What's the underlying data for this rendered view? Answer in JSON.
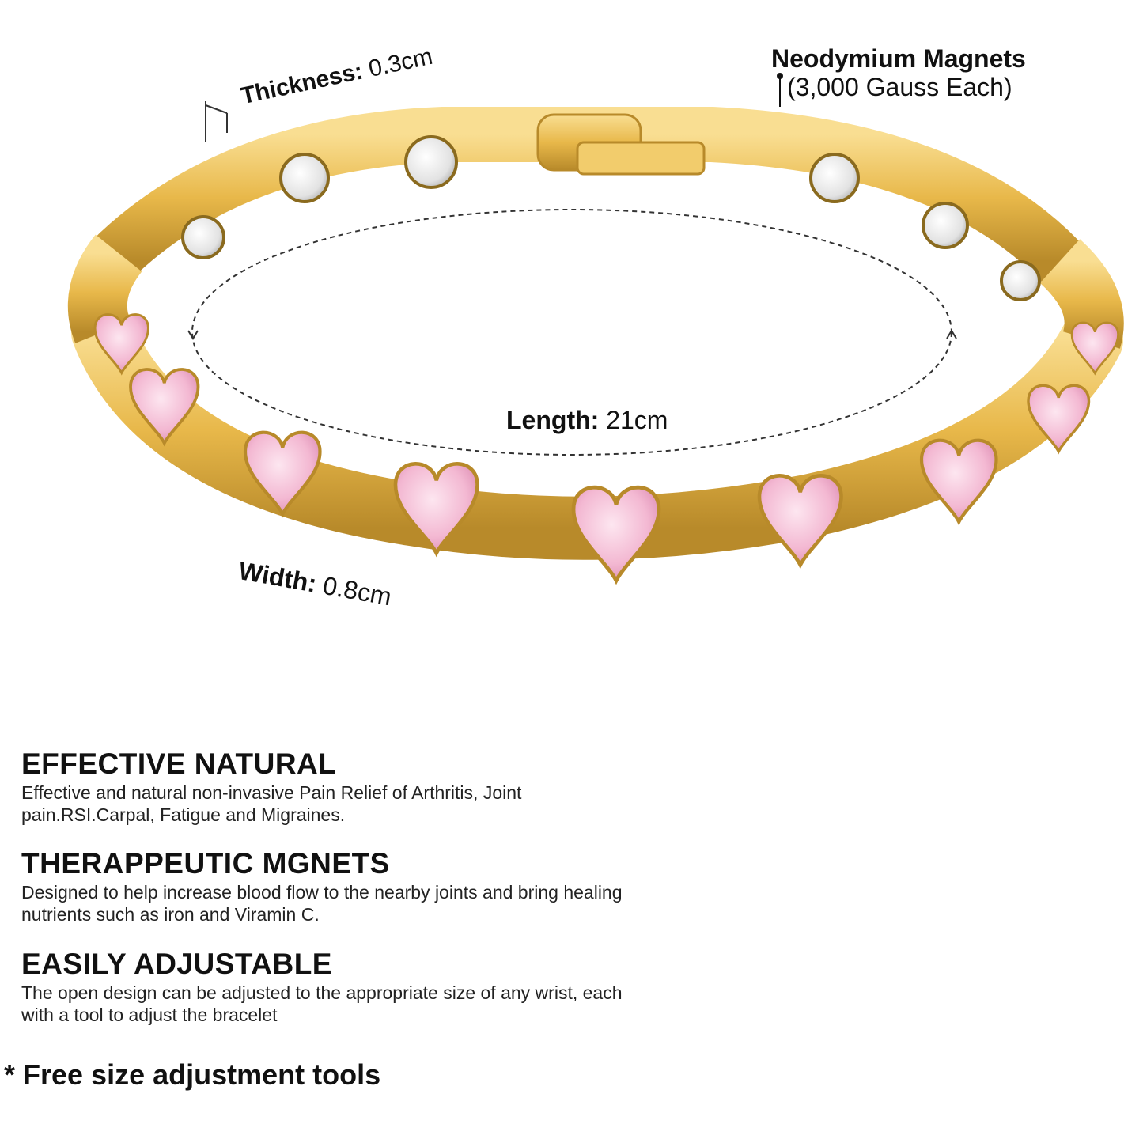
{
  "dimensions": {
    "thickness": {
      "label": "Thickness:",
      "value": "0.3cm"
    },
    "length": {
      "label": "Length:",
      "value": "21cm"
    },
    "width": {
      "label": "Width:",
      "value": "0.8cm"
    }
  },
  "magnets": {
    "title": "Neodymium Magnets",
    "subtitle": "(3,000 Gauss Each)"
  },
  "features": [
    {
      "title": "EFFECTIVE NATURAL",
      "description": "Effective and natural non-invasive Pain Relief of Arthritis,  Joint pain.RSI.Carpal,  Fatigue and Migraines."
    },
    {
      "title": "THERAPPEUTIC MGNETS",
      "description": "Designed to help increase blood flow to the nearby joints and bring healing nutrients such as iron and Viramin C."
    },
    {
      "title": "EASILY ADJUSTABLE",
      "description": "The open design can be adjusted to the appropriate size of any wrist, each with a tool to adjust the bracelet"
    }
  ],
  "footnote": "* Free size adjustment tools",
  "colors": {
    "gold": "#e8b84a",
    "gold_dark": "#b88a2a",
    "gold_light": "#f7dc8e",
    "pink_gem": "#f3b8d2",
    "pink_gem_dark": "#d985ad",
    "magnet_silver": "#e6e6e6"
  }
}
